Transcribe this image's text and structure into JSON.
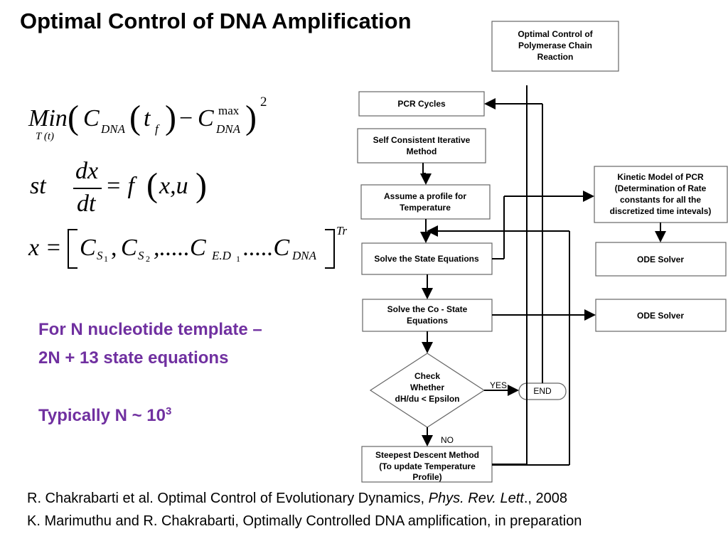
{
  "title": "Optimal Control of DNA Amplification",
  "equations": {
    "min_word": "Min",
    "min_sub": "T (t)",
    "c": "C",
    "dna": "DNA",
    "t": "t",
    "f_sub": "f",
    "minus": "−",
    "max": "max",
    "sq": "2",
    "st": "st",
    "dx": "dx",
    "dt": "dt",
    "eq_rhs": "= f",
    "xu": "x,u",
    "x_eq": "x =",
    "cs1": "C",
    "s1": "S",
    "one": "1",
    "comma": ",",
    "cs2": "C",
    "s2": "S",
    "two": "2",
    "dots1": ",.....C",
    "ed": "E.D",
    "ed1": "1",
    "dots2": ".....C",
    "dna2": "DNA",
    "tr": "Tr"
  },
  "notes": {
    "line1": "For N nucleotide template –",
    "line2": "2N + 13 state equations",
    "typical": "Typically N ~ 10",
    "exp": "3"
  },
  "references": {
    "ref1_a": "R. Chakrabarti et al. Optimal Control of Evolutionary Dynamics, ",
    "ref1_journal": "Phys. Rev. Lett",
    "ref1_b": "., 2008",
    "ref2": "K. Marimuthu and R. Chakrabarti, Optimally Controlled DNA amplification, in preparation"
  },
  "flowchart": {
    "top_box": [
      "Optimal Control of",
      "Polymerase Chain",
      "Reaction"
    ],
    "pcr_cycles": "PCR Cycles",
    "self_consistent": [
      "Self Consistent Iterative",
      "Method"
    ],
    "assume_profile": [
      "Assume a profile for",
      "Temperature"
    ],
    "solve_state": "Solve the State Equations",
    "solve_costate": [
      "Solve the Co - State",
      "Equations"
    ],
    "check": [
      "Check",
      "Whether",
      "dH/du < Epsilon"
    ],
    "yes": "YES",
    "no": "NO",
    "end": "END",
    "steepest": [
      "Steepest Descent Method",
      "(To update Temperature",
      "Profile)"
    ],
    "kinetic": [
      "Kinetic Model of PCR",
      "(Determination of Rate",
      "constants for all the",
      "discretized time intevals)"
    ],
    "ode1": "ODE Solver",
    "ode2": "ODE Solver"
  }
}
